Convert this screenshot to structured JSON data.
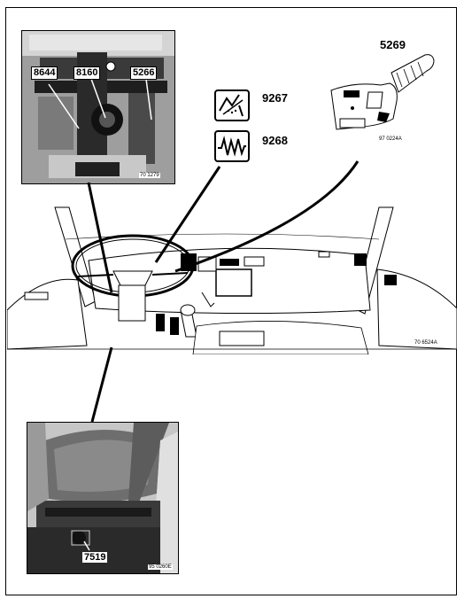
{
  "top_photo": {
    "labels": [
      "8644",
      "8160",
      "5266"
    ],
    "ref": "70 1279"
  },
  "symbols": [
    {
      "icon": "fuel-tilt-icon",
      "code": "9267"
    },
    {
      "icon": "wave-signal-icon",
      "code": "9268"
    }
  ],
  "stalk": {
    "code": "5269",
    "ref": "97 0224A"
  },
  "cab": {
    "ref": "70 6524A"
  },
  "seat_photo": {
    "code": "7519",
    "ref": "95 0260E"
  }
}
